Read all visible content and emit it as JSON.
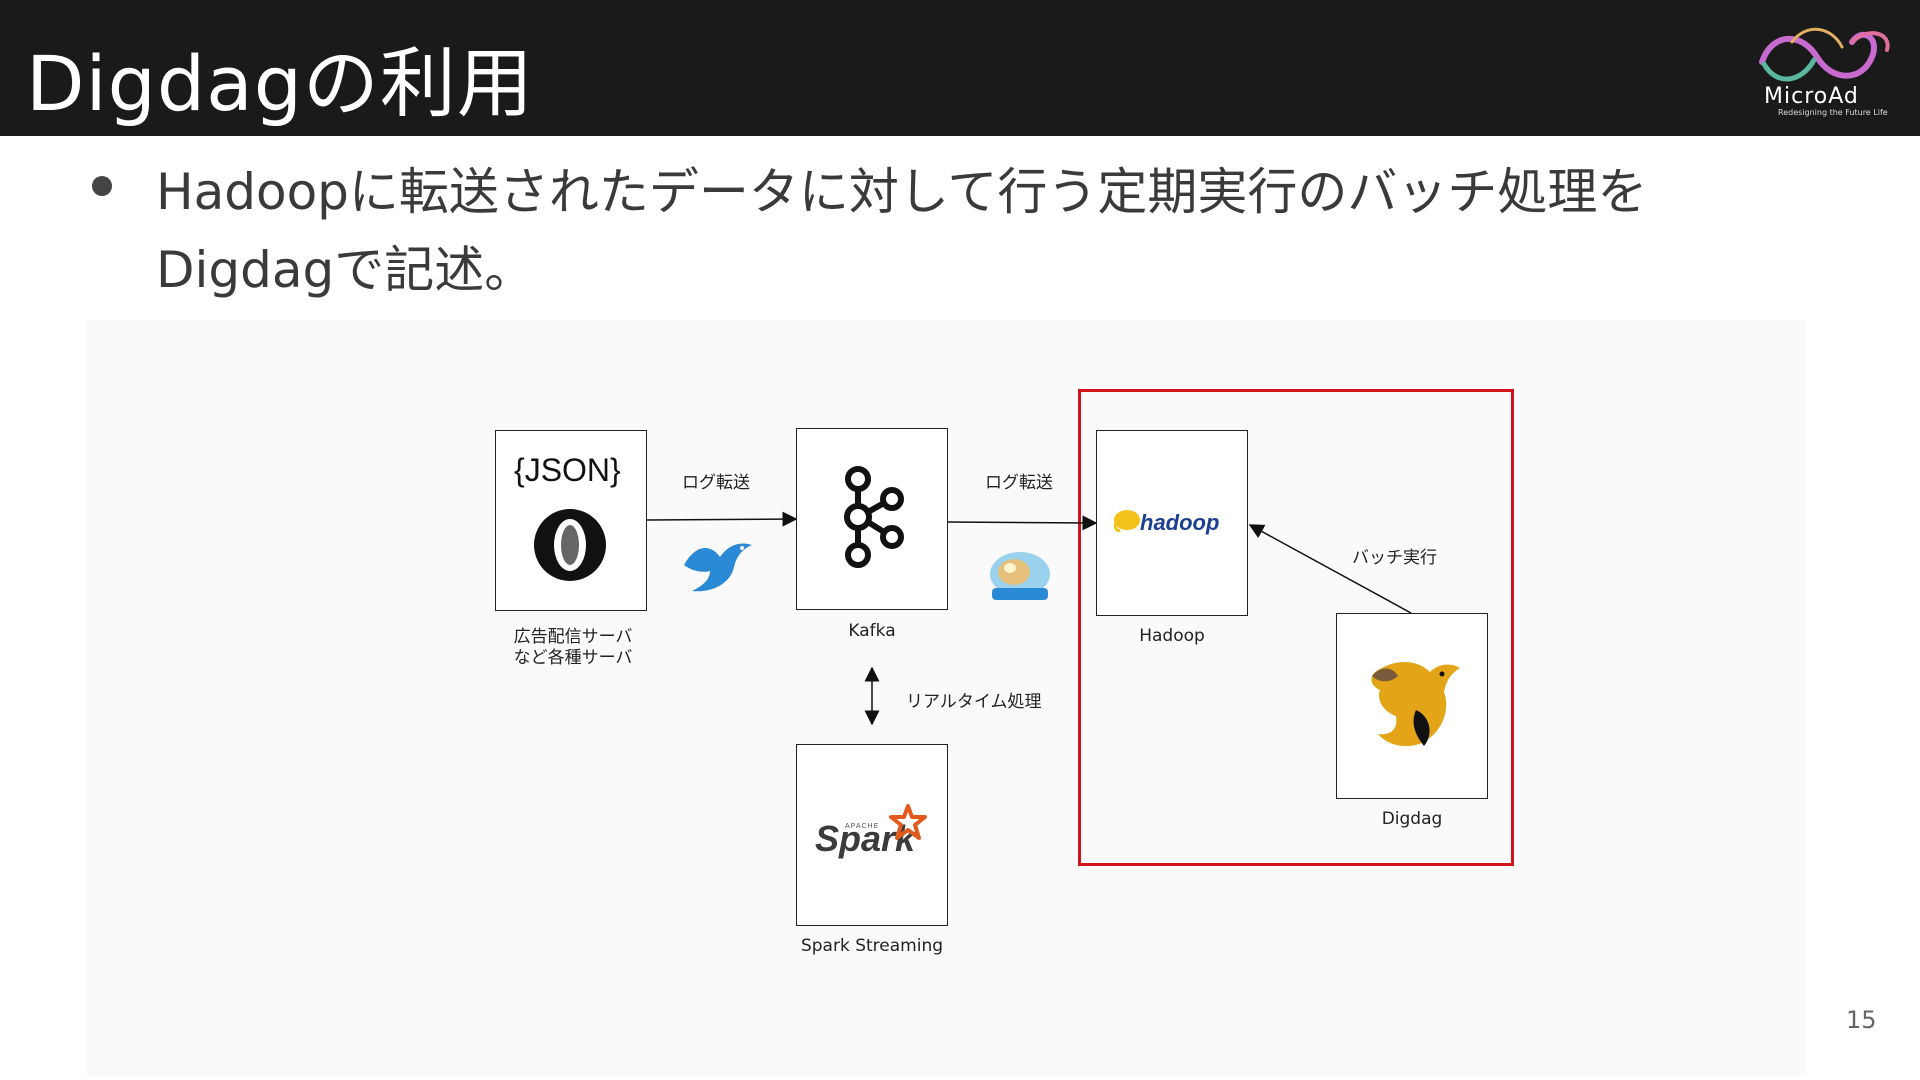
{
  "slide": {
    "title": "Digdagの利用",
    "logo_name": "MicroAd",
    "logo_tagline": "Redesigning the Future Life",
    "bullet_line1": "Hadoopに転送されたデータに対して行う定期実行のバッチ処理を",
    "bullet_line2": "Digdagで記述。",
    "page_number": "15"
  },
  "diagram": {
    "nodes": {
      "json_server": {
        "logo_text": "{JSON}",
        "caption_line1": "広告配信サーバ",
        "caption_line2": "など各種サーバ"
      },
      "kafka": {
        "caption": "Kafka"
      },
      "hadoop": {
        "logo_text": "hadoop",
        "caption": "Hadoop"
      },
      "spark": {
        "logo_apache": "APACHE",
        "logo_text": "Spark",
        "caption": "Spark Streaming"
      },
      "digdag": {
        "caption": "Digdag"
      }
    },
    "edges": {
      "json_to_kafka": "ログ転送",
      "kafka_to_hadoop": "ログ転送",
      "kafka_spark": "リアルタイム処理",
      "digdag_to_hadoop": "バッチ実行"
    },
    "colors": {
      "highlight_box": "#d0141c",
      "header_bg": "#1a1a1a",
      "digdag": "#e3a418",
      "fluentd_bird": "#2a8ad6"
    }
  }
}
